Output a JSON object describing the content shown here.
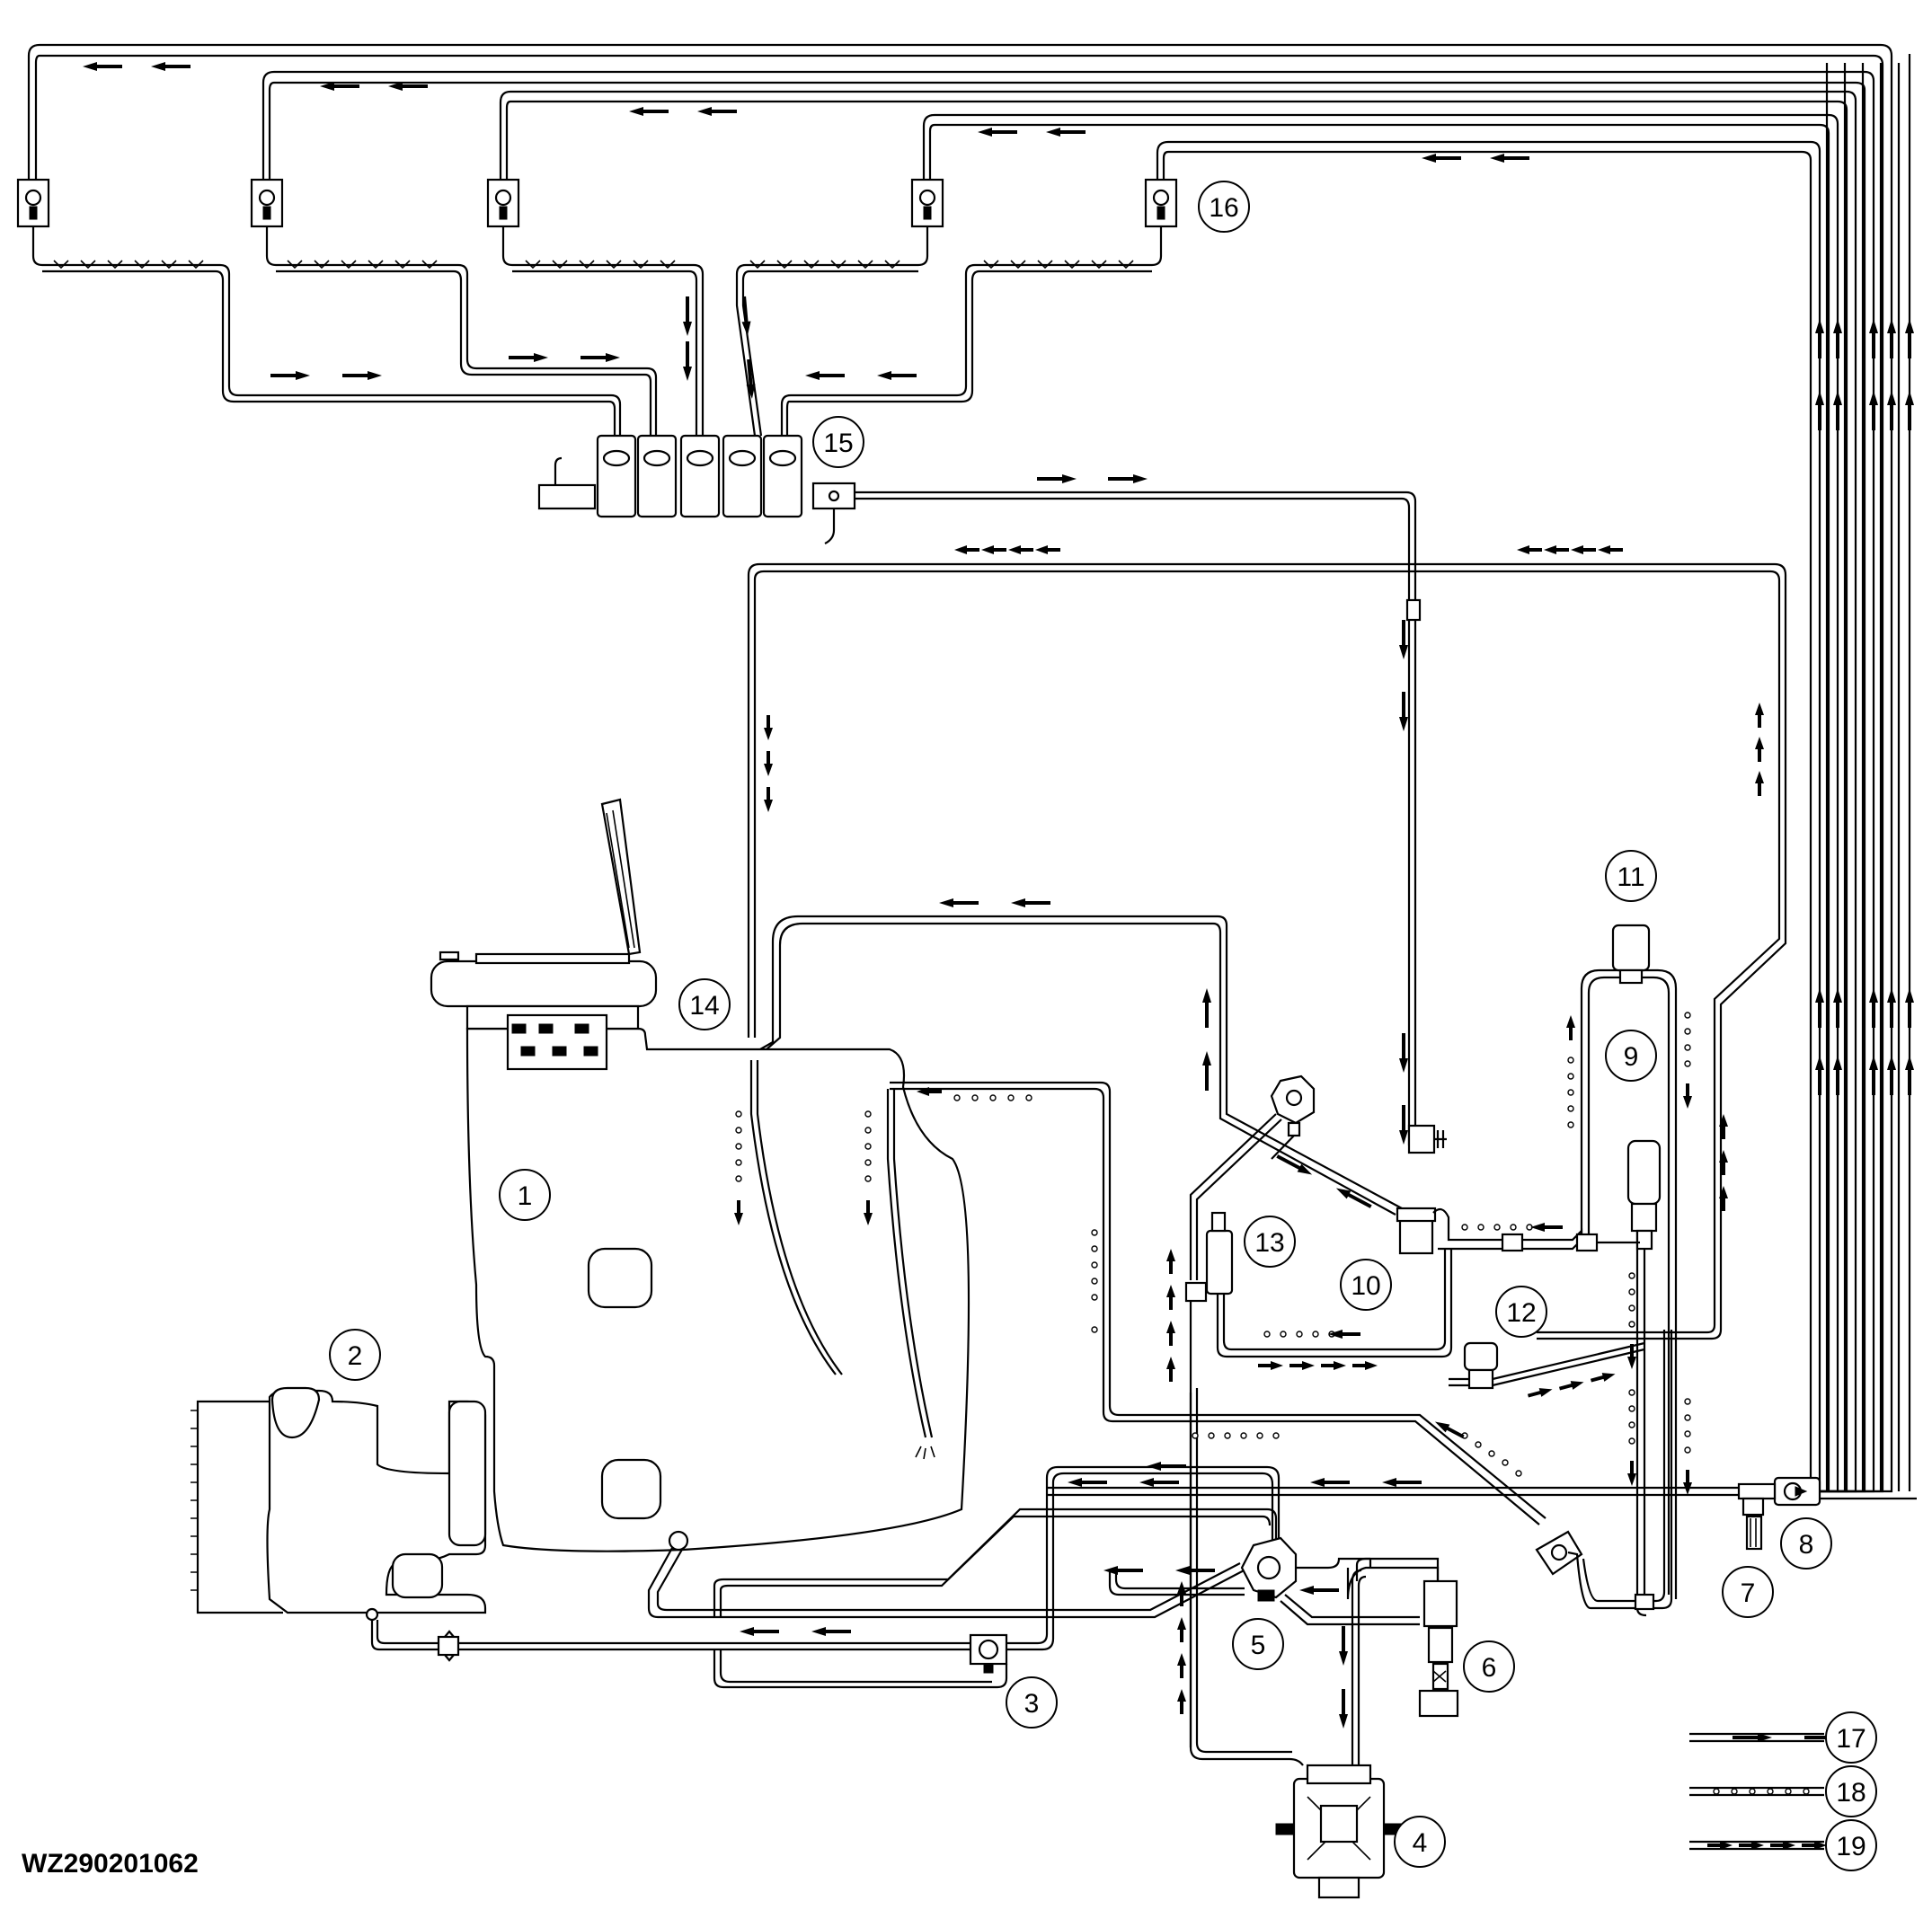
{
  "drawing_id": "WZ290201062",
  "callouts": [
    {
      "id": "c1",
      "label": "1"
    },
    {
      "id": "c2",
      "label": "2"
    },
    {
      "id": "c3",
      "label": "3"
    },
    {
      "id": "c4",
      "label": "4"
    },
    {
      "id": "c5",
      "label": "5"
    },
    {
      "id": "c6",
      "label": "6"
    },
    {
      "id": "c7",
      "label": "7"
    },
    {
      "id": "c8",
      "label": "8"
    },
    {
      "id": "c9",
      "label": "9"
    },
    {
      "id": "c10",
      "label": "10"
    },
    {
      "id": "c11",
      "label": "11"
    },
    {
      "id": "c12",
      "label": "12"
    },
    {
      "id": "c13",
      "label": "13"
    },
    {
      "id": "c14",
      "label": "14"
    },
    {
      "id": "c15",
      "label": "15"
    },
    {
      "id": "c16",
      "label": "16"
    },
    {
      "id": "c17",
      "label": "17"
    },
    {
      "id": "c18",
      "label": "18"
    },
    {
      "id": "c19",
      "label": "19"
    }
  ],
  "legend": [
    {
      "label": "17",
      "line_style": "solid-arrows"
    },
    {
      "label": "18",
      "line_style": "dotted-circles"
    },
    {
      "label": "19",
      "line_style": "dashed-arrows"
    }
  ],
  "colors": {
    "line": "#000000",
    "background": "#ffffff"
  }
}
